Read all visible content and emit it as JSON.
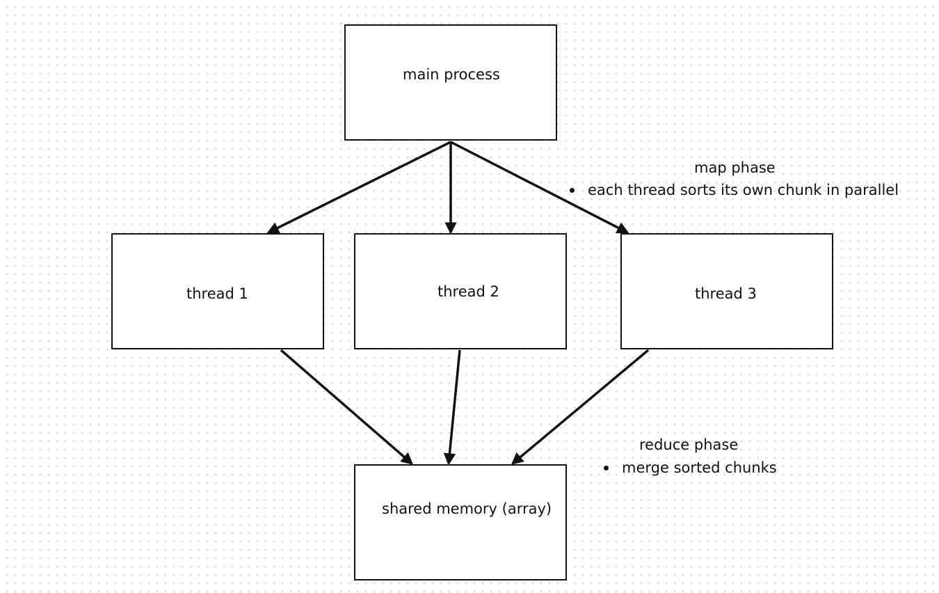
{
  "nodes": {
    "main_process": "main process",
    "thread_1": "thread 1",
    "thread_2": "thread 2",
    "thread_3": "thread 3",
    "shared_memory": "shared memory (array)"
  },
  "annotations": {
    "map_phase": {
      "title": "map phase",
      "bullet": "each thread sorts its own chunk in parallel"
    },
    "reduce_phase": {
      "title": "reduce phase",
      "bullet": "merge sorted chunks"
    }
  },
  "edges": [
    {
      "from": "main process",
      "to": "thread 1"
    },
    {
      "from": "main process",
      "to": "thread 2"
    },
    {
      "from": "main process",
      "to": "thread 3"
    },
    {
      "from": "thread 1",
      "to": "shared memory (array)"
    },
    {
      "from": "thread 2",
      "to": "shared memory (array)"
    },
    {
      "from": "thread 3",
      "to": "shared memory (array)"
    }
  ],
  "colors": {
    "stroke": "#111111",
    "background": "#ffffff",
    "grid_dots": "#cfcfcf"
  }
}
